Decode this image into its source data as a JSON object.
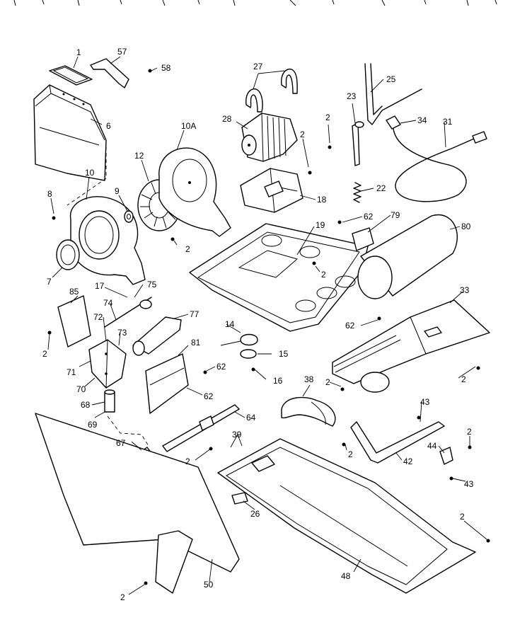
{
  "labels": {
    "p1": "1",
    "p57": "57",
    "p58": "58",
    "p6": "6",
    "p10": "10",
    "p10a": "10A",
    "p12": "12",
    "p9": "9",
    "p8": "8",
    "p7": "7",
    "p2a": "2",
    "p27": "27",
    "p28": "28",
    "p2b": "2",
    "p2c": "2",
    "p18": "18",
    "p23": "23",
    "p25": "25",
    "p34": "34",
    "p31": "31",
    "p22": "22",
    "p62a": "62",
    "p79": "79",
    "p80": "80",
    "p19": "19",
    "p2d": "2",
    "p62b": "62",
    "p33": "33",
    "p17": "17",
    "p75": "75",
    "p85": "85",
    "p74": "74",
    "p77": "77",
    "p72": "72",
    "p73": "73",
    "p2e": "2",
    "p71": "71",
    "p70": "70",
    "p81": "81",
    "p62c": "62",
    "p62d": "62",
    "p14": "14",
    "p15": "15",
    "p16": "16",
    "p38": "38",
    "p2f": "2",
    "p2g": "2",
    "p68": "68",
    "p69": "69",
    "p64": "64",
    "p43a": "43",
    "p39": "39",
    "p2h": "2",
    "p2i": "2",
    "p67": "67",
    "p2j": "2",
    "p44": "44",
    "p42": "42",
    "p43b": "43",
    "p26": "26",
    "p2k": "2",
    "p48": "48",
    "p2l": "2",
    "p50": "50"
  }
}
